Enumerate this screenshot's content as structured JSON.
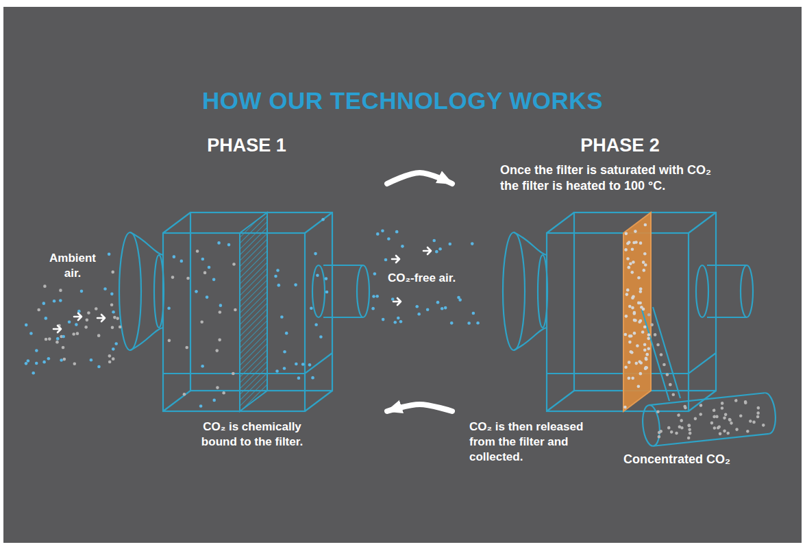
{
  "diagram": {
    "title": "HOW OUR TECHNOLOGY WORKS",
    "nodes": [
      {
        "text": [
          "PHASE 1",
          "CO₂ is chemically bound to the filter."
        ]
      },
      {
        "text": [
          "PHASE 2",
          "Once the filter is saturated with CO₂ the filter is heated to 100 °C.",
          "CO₂ is then released from the filter and collected."
        ]
      }
    ],
    "edges": [
      {
        "from": 0,
        "to": 1,
        "arrow": "to"
      },
      {
        "from": 1,
        "to": 0,
        "arrow": "to"
      }
    ],
    "labels": [
      "Ambient air.",
      "CO₂-free air.",
      "Concentrated CO₂"
    ]
  }
}
